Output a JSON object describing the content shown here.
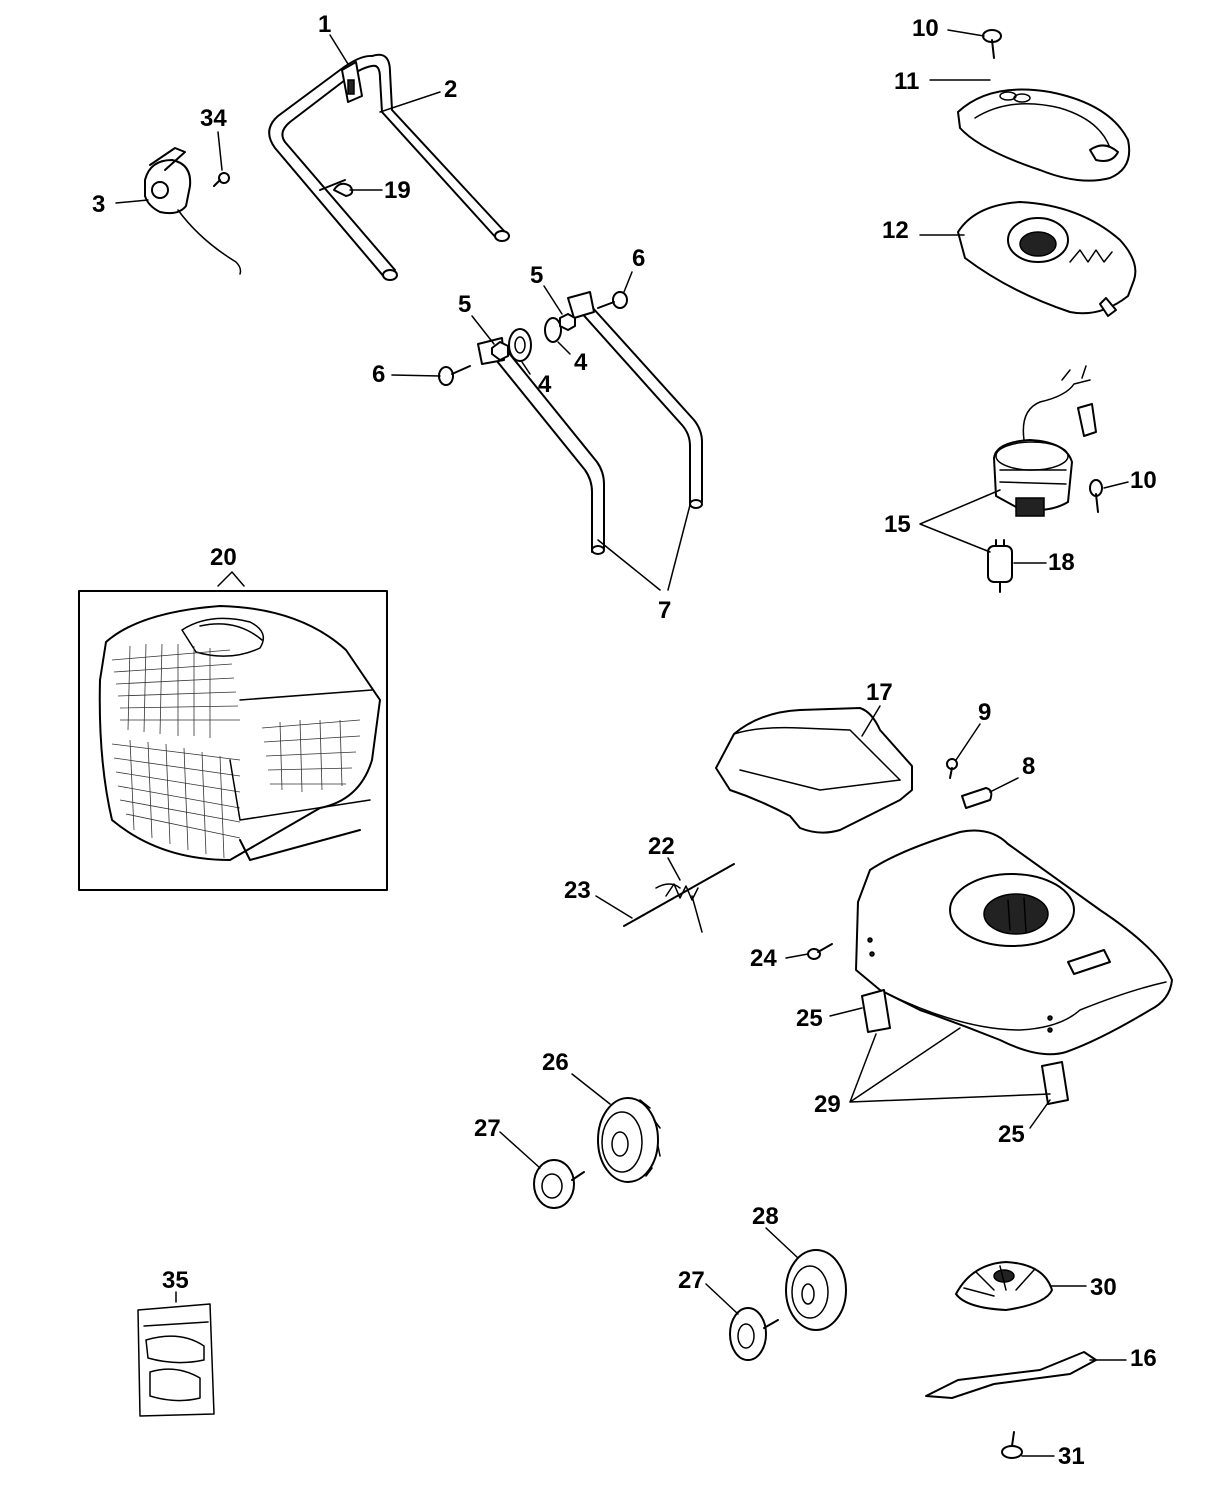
{
  "diagram": {
    "callouts": {
      "c1": "1",
      "c2": "2",
      "c3": "3",
      "c34": "34",
      "c19": "19",
      "c4a": "4",
      "c4b": "4",
      "c5a": "5",
      "c5b": "5",
      "c6a": "6",
      "c6b": "6",
      "c7": "7",
      "c10a": "10",
      "c11": "11",
      "c12": "12",
      "c10b": "10",
      "c15": "15",
      "c18": "18",
      "c20": "20",
      "c17": "17",
      "c9": "9",
      "c8": "8",
      "c22": "22",
      "c23": "23",
      "c24": "24",
      "c25a": "25",
      "c25b": "25",
      "c29": "29",
      "c26": "26",
      "c27a": "27",
      "c27b": "27",
      "c28": "28",
      "c30": "30",
      "c16": "16",
      "c31": "31",
      "c35": "35"
    }
  }
}
